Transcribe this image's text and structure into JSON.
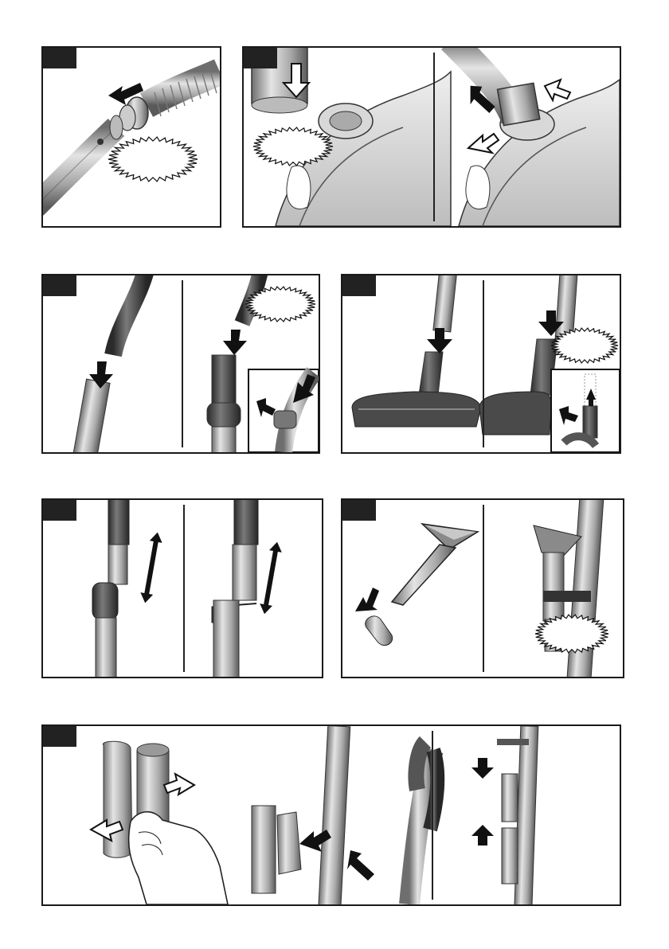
{
  "page": {
    "title": "",
    "panels": [
      {
        "id": "p1",
        "frames": 1
      },
      {
        "id": "p2",
        "frames": 2
      },
      {
        "id": "p3",
        "frames": 2
      },
      {
        "id": "p4",
        "frames": 2
      },
      {
        "id": "p5",
        "frames": 2
      },
      {
        "id": "p6",
        "frames": 2
      },
      {
        "id": "p7",
        "frames": 4
      }
    ],
    "colors": {
      "ink": "#1a1a1a",
      "metal_light": "#d2d2d2",
      "metal_mid": "#9a9a9a",
      "metal_dark": "#555555",
      "arrow_fill": "#111111",
      "arrow_outline": "#ffffff"
    },
    "icons": [
      "arrow-icon",
      "hollow-arrow-icon",
      "starburst-callout-icon",
      "hand-icon"
    ]
  }
}
